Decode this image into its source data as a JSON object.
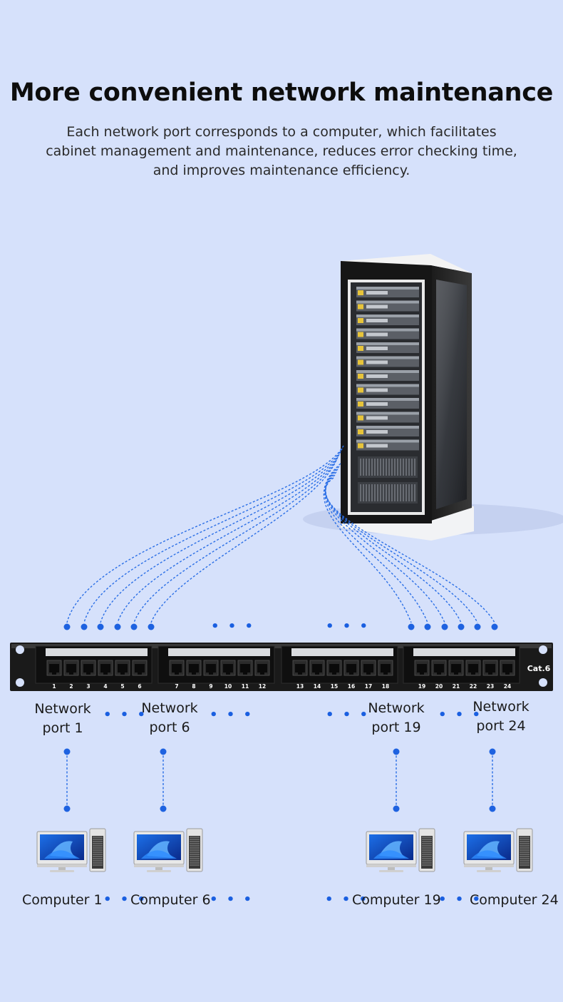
{
  "header": {
    "title": "More convenient network maintenance",
    "subtitle_lines": [
      "Each network port corresponds to a computer, which facilitates",
      "cabinet management and maintenance, reduces error checking time,",
      "and improves maintenance efficiency."
    ]
  },
  "patch_panel": {
    "badge": "Cat.6",
    "port_numbers": [
      "1",
      "2",
      "3",
      "4",
      "5",
      "6",
      "7",
      "8",
      "9",
      "10",
      "11",
      "12",
      "13",
      "14",
      "15",
      "16",
      "17",
      "18",
      "19",
      "20",
      "21",
      "22",
      "23",
      "24"
    ]
  },
  "port_labels": [
    {
      "line1": "Network",
      "line2": "port 1"
    },
    {
      "line1": "Network",
      "line2": "port 6"
    },
    {
      "line1": "Network",
      "line2": "port 19"
    },
    {
      "line1": "Network",
      "line2": "port 24"
    }
  ],
  "computer_labels": [
    "Computer 1",
    "Computer 6",
    "Computer 19",
    "Computer 24"
  ],
  "ellipsis": "• • •",
  "colors": {
    "background": "#d6e1fb",
    "cable": "#2b6fe6",
    "node": "#1e62e0",
    "panel": "#1c1c1c"
  }
}
